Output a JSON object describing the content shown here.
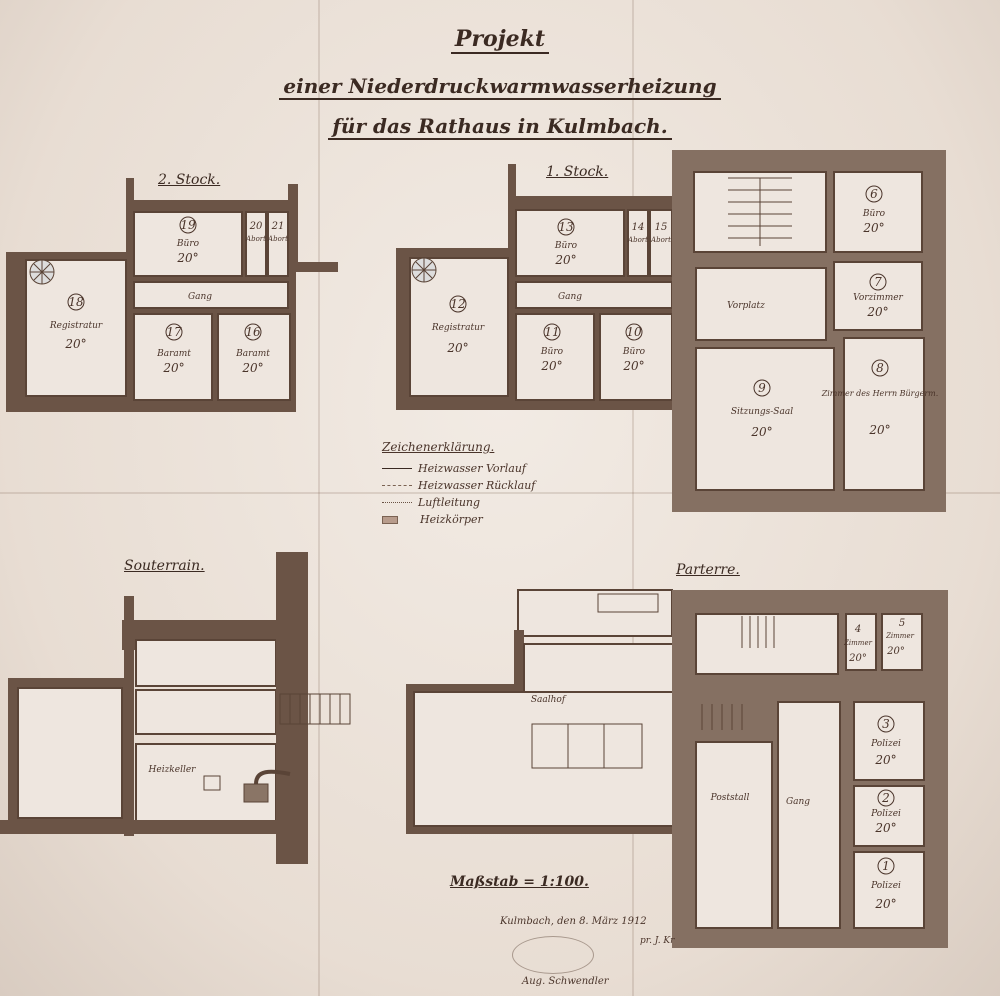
{
  "title": {
    "line1": "Projekt",
    "line2": "einer Niederdruckwarmwasserheizung",
    "line3": "für das Rathaus in Kulmbach."
  },
  "floors": {
    "stock2": "2. Stock.",
    "stock1": "1. Stock.",
    "souterrain": "Souterrain.",
    "parterre": "Parterre."
  },
  "rooms_stock2": [
    {
      "num": "19",
      "name": "Büro",
      "temp": "20°"
    },
    {
      "num": "20",
      "name": "Abort",
      "temp": ""
    },
    {
      "num": "21",
      "name": "Abort",
      "temp": ""
    },
    {
      "num": "18",
      "name": "Registratur",
      "temp": "20°"
    },
    {
      "num": "17",
      "name": "Baramt",
      "temp": "20°"
    },
    {
      "num": "16",
      "name": "Baramt",
      "temp": "20°"
    }
  ],
  "stock2_gang": "Gang",
  "rooms_stock1": [
    {
      "num": "13",
      "name": "Büro",
      "temp": "20°"
    },
    {
      "num": "14",
      "name": "Abort",
      "temp": ""
    },
    {
      "num": "15",
      "name": "Abort",
      "temp": ""
    },
    {
      "num": "12",
      "name": "Registratur",
      "temp": "20°"
    },
    {
      "num": "11",
      "name": "Büro",
      "temp": "20°"
    },
    {
      "num": "10",
      "name": "Büro",
      "temp": "20°"
    },
    {
      "num": "6",
      "name": "Büro",
      "temp": "20°"
    },
    {
      "num": "7",
      "name": "Vorzimmer",
      "temp": "20°"
    },
    {
      "num": "8",
      "name": "Zimmer des Herrn Bürgerm.",
      "temp": "20°"
    },
    {
      "num": "9",
      "name": "Sitzungs-Saal",
      "temp": "20°"
    }
  ],
  "stock1_gang": "Gang",
  "stock1_vorplatz": "Vorplatz",
  "souterrain_room": "Heizkeller",
  "rooms_parterre": [
    {
      "num": "4",
      "name": "Zimmer",
      "temp": "20°"
    },
    {
      "num": "5",
      "name": "Zimmer",
      "temp": "20°"
    },
    {
      "num": "3",
      "name": "Polizei",
      "temp": "20°"
    },
    {
      "num": "2",
      "name": "Polizei",
      "temp": "20°"
    },
    {
      "num": "1",
      "name": "Polizei",
      "temp": "20°"
    }
  ],
  "parterre_labels": {
    "hof": "Saalhof",
    "poststall": "Poststall",
    "gang": "Gang"
  },
  "legend": {
    "heading": "Zeichenerklärung.",
    "items": [
      {
        "label": "Heizwasser Vorlauf",
        "color": "#3a2a22",
        "style": "solid"
      },
      {
        "label": "Heizwasser Rücklauf",
        "color": "#7a6252",
        "style": "dashed"
      },
      {
        "label": "Luftleitung",
        "color": "#6a5244",
        "style": "dotted"
      },
      {
        "label": "Heizkörper",
        "color": "#b89c8c",
        "style": "box"
      }
    ]
  },
  "scale": "Maßstab = 1:100.",
  "date_line": "Kulmbach, den 8. März 1912",
  "page_note": "pr. J. Kr",
  "signature": "Aug. Schwendler"
}
